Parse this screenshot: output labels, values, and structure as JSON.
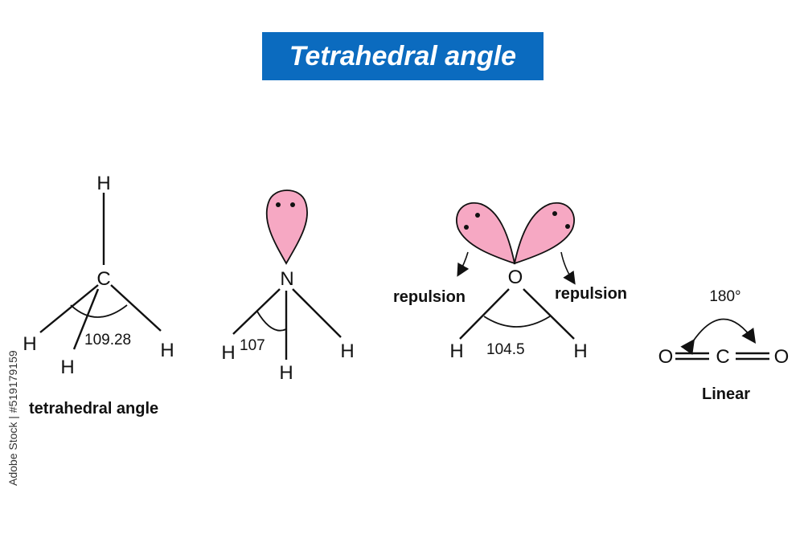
{
  "title": "Tetrahedral angle",
  "methane": {
    "atoms": {
      "center": "C",
      "top": "H",
      "left": "H",
      "right": "H",
      "bottom": "H"
    },
    "angle": "109.28",
    "caption": "tetrahedral angle"
  },
  "ammonia": {
    "atoms": {
      "center": "N",
      "left": "H",
      "right": "H",
      "bottom": "H"
    },
    "angle": "107"
  },
  "water": {
    "atoms": {
      "center": "O",
      "left": "H",
      "right": "H"
    },
    "angle": "104.5",
    "left_label": "repulsion",
    "right_label": "repulsion"
  },
  "co2": {
    "atoms": {
      "left": "O",
      "center": "C",
      "right": "O"
    },
    "angle": "180°",
    "caption": "Linear"
  },
  "credit": "Adobe Stock | #519179159",
  "colors": {
    "lobe": "#f6a8c3",
    "title_bg": "#0b6bbf"
  }
}
